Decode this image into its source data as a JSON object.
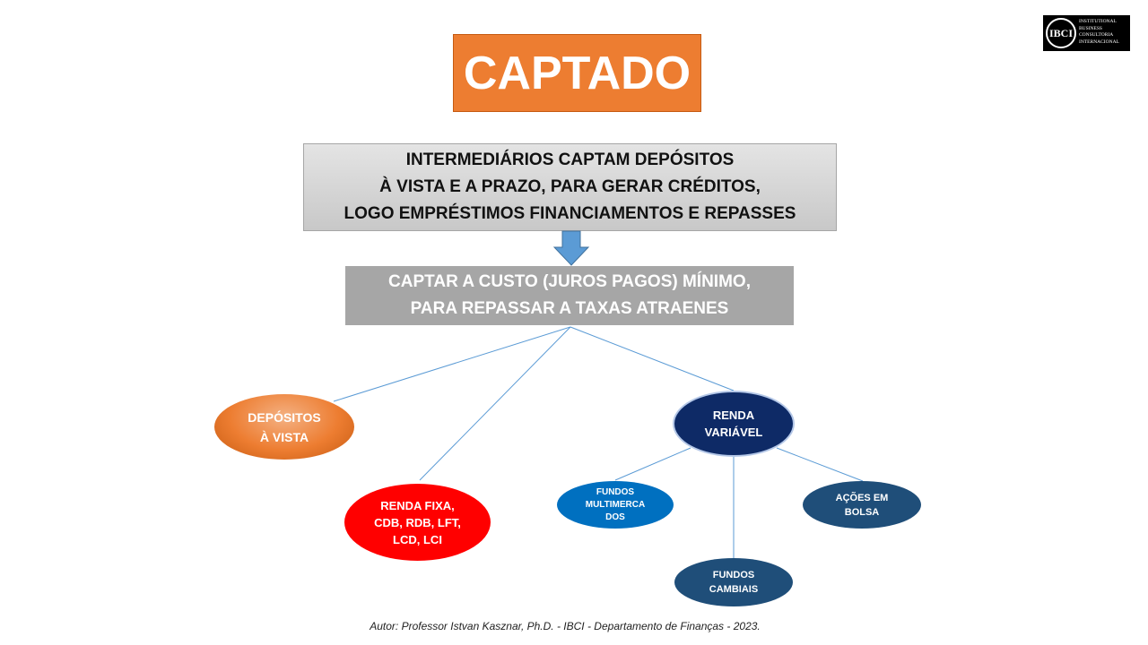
{
  "logo": {
    "mark": "IBCI",
    "lines": [
      "INSTITUTIONAL",
      "BUSINESS",
      "CONSULTORIA",
      "INTERNACIONAL"
    ]
  },
  "title": "CAPTADO",
  "main_box": {
    "lines": [
      "INTERMEDIÁRIOS CAPTAM DEPÓSITOS",
      "À VISTA E A PRAZO, PARA GERAR CRÉDITOS,",
      "LOGO EMPRÉSTIMOS FINANCIAMENTOS E REPASSES"
    ]
  },
  "secondary_box": {
    "lines": [
      "CAPTAR A CUSTO (JUROS PAGOS) MÍNIMO,",
      "PARA REPASSAR A TAXAS ATRAENES"
    ]
  },
  "nodes": {
    "deposit": [
      "DEPÓSITOS",
      "À VISTA"
    ],
    "fixa": [
      "RENDA FIXA,",
      "CDB, RDB, LFT,",
      "LCD, LCI"
    ],
    "variavel": [
      "RENDA",
      "VARIÁVEL"
    ],
    "multimercado": [
      "FUNDOS",
      "MULTIMERCA",
      "DOS"
    ],
    "acoes": [
      "AÇÕES EM",
      "BOLSA"
    ],
    "cambiais": [
      "FUNDOS",
      "CAMBIAIS"
    ]
  },
  "colors": {
    "title_bg": "#ed7d31",
    "arrow": "#5b9bd5",
    "connector": "#5b9bd5",
    "deposit": "#ed7d31",
    "fixa": "#ff0000",
    "variavel": "#0e2a66",
    "multimercado": "#0070c0",
    "acoes": "#1f4e79",
    "cambiais": "#1f4e79"
  },
  "footer": "Autor: Professor Istvan Kasznar, Ph.D. - IBCI - Departamento de Finanças - 2023."
}
